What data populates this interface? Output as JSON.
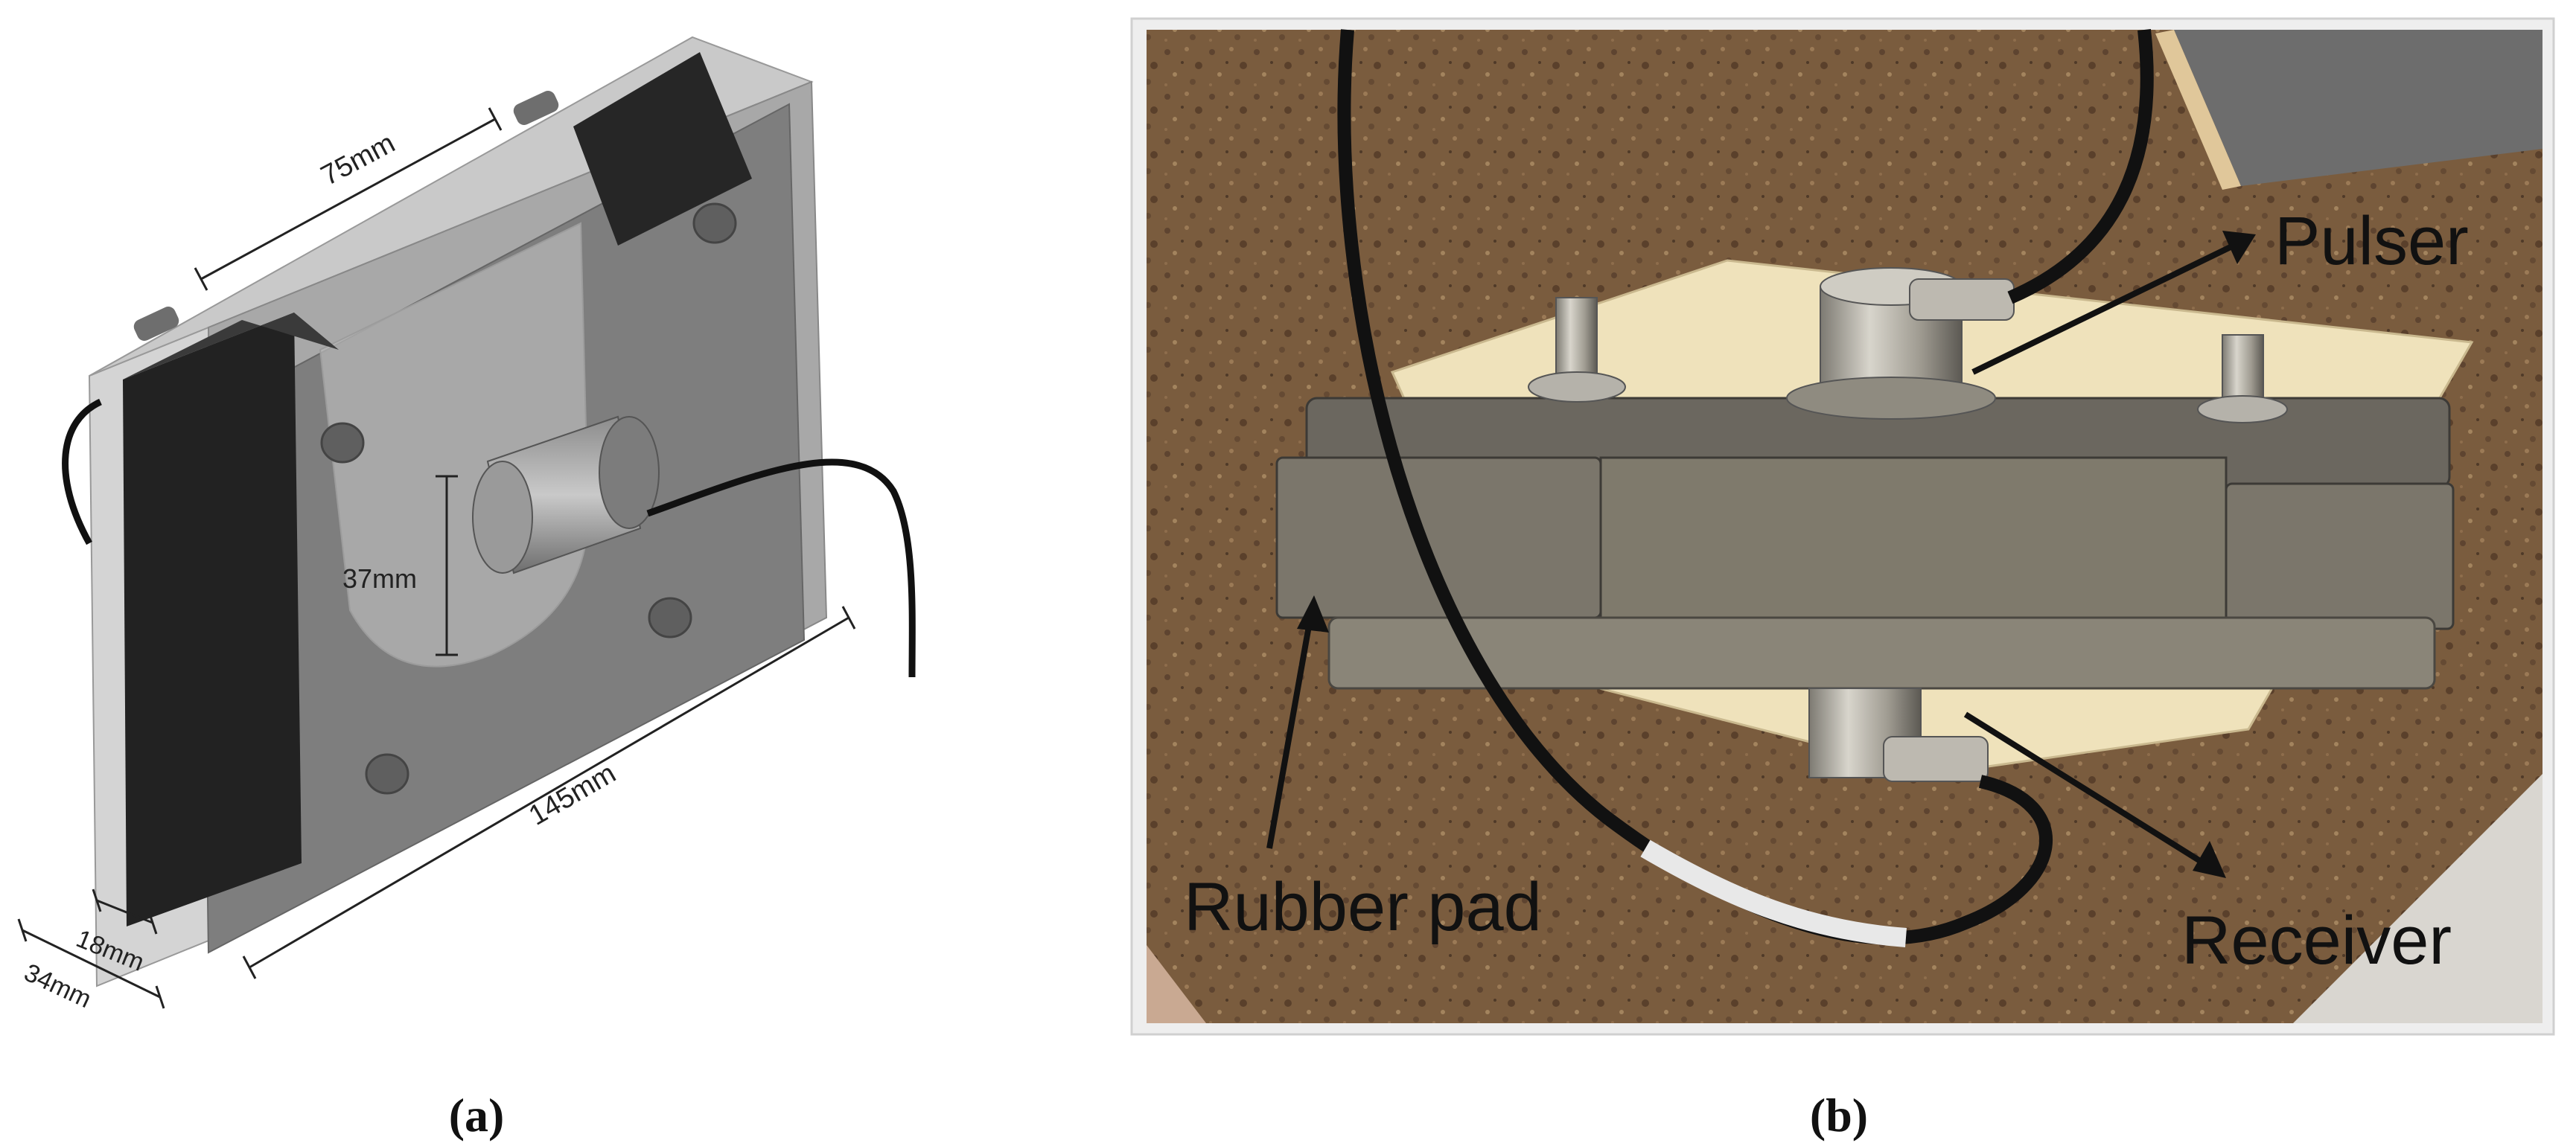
{
  "panel_a": {
    "caption": "(a)",
    "dims": {
      "top_width": "75mm",
      "bore_height": "37mm",
      "length": "145mm",
      "inner_thickness": "18mm",
      "outer_thickness": "34mm"
    }
  },
  "panel_b": {
    "caption": "(b)",
    "labels": {
      "pulser": "Pulser",
      "rubber_pad": "Rubber pad",
      "receiver": "Receiver"
    }
  },
  "colors": {
    "outline": "#333333",
    "dark_pad": "#2b2b2b",
    "plate_grey": "#8a8a8a",
    "background_cork": "#7a5c3e",
    "label_text": "#111111"
  }
}
